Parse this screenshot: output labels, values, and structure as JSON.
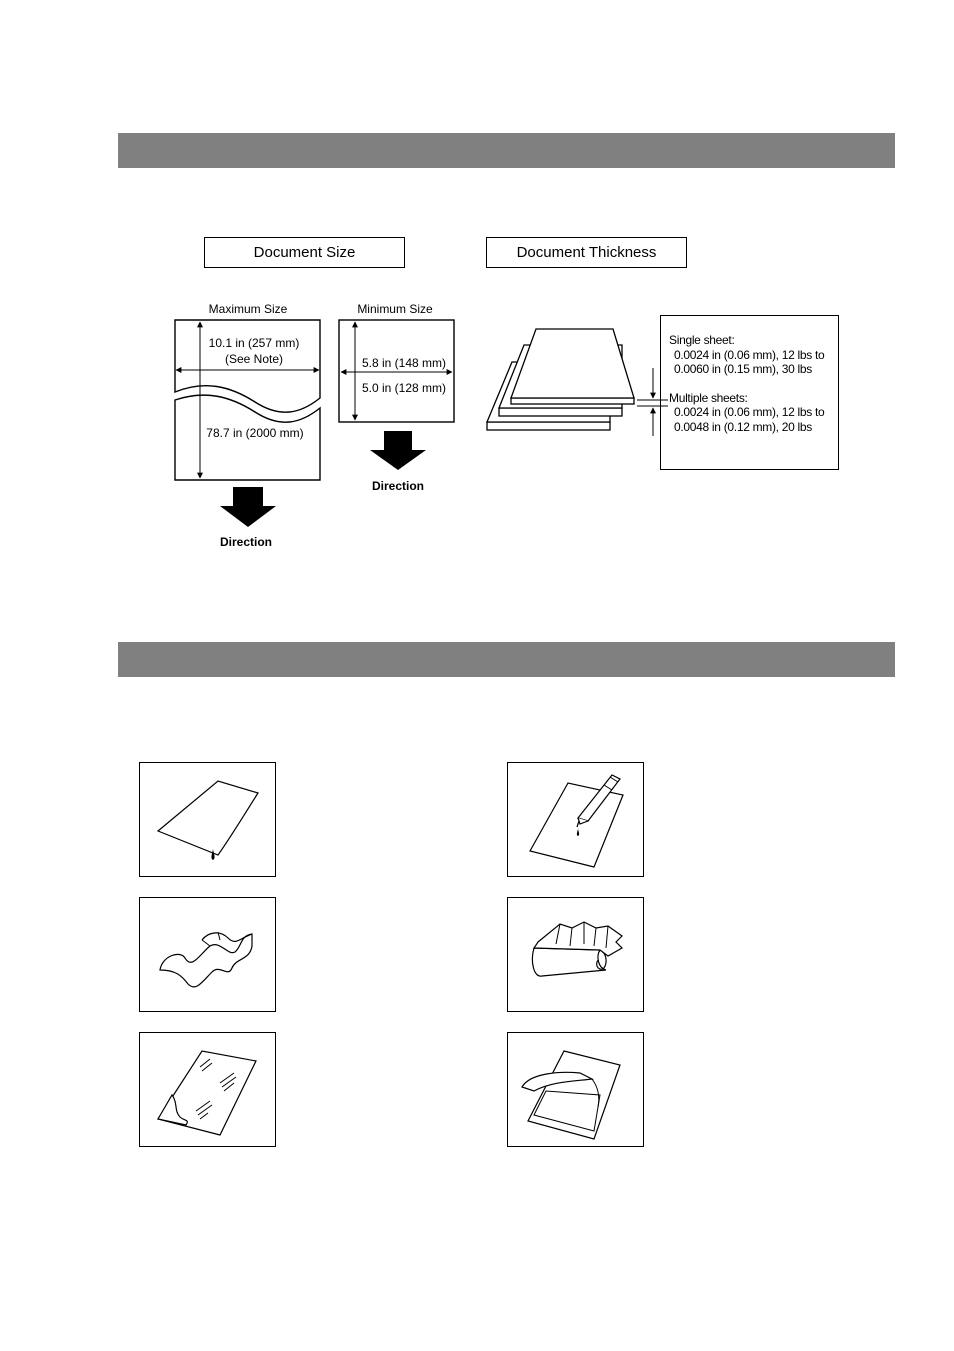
{
  "document_size": {
    "heading": "Document Size",
    "max_label": "Maximum Size",
    "max_width_line1": "10.1 in (257 mm)",
    "max_width_line2": "(See Note)",
    "max_length": "78.7 in (2000 mm)",
    "min_label": "Minimum Size",
    "min_length": "5.8 in (148 mm)",
    "min_width": "5.0 in (128 mm)",
    "direction_label": "Direction"
  },
  "document_thickness": {
    "heading": "Document Thickness",
    "single_label": "Single sheet:",
    "single_line1": "0.0024 in (0.06 mm), 12 lbs to",
    "single_line2": "0.0060 in (0.15 mm), 30 lbs",
    "multiple_label": "Multiple sheets:",
    "multiple_line1": "0.0024 in (0.06 mm), 12 lbs to",
    "multiple_line2": "0.0048 in (0.12 mm), 20 lbs"
  },
  "unusable_documents": {
    "icons": [
      "wet-document-icon",
      "ink-pen-document-icon",
      "wrinkled-document-icon",
      "torn-curled-document-icon",
      "glossy-coated-document-icon",
      "carbon-backed-document-icon"
    ]
  }
}
